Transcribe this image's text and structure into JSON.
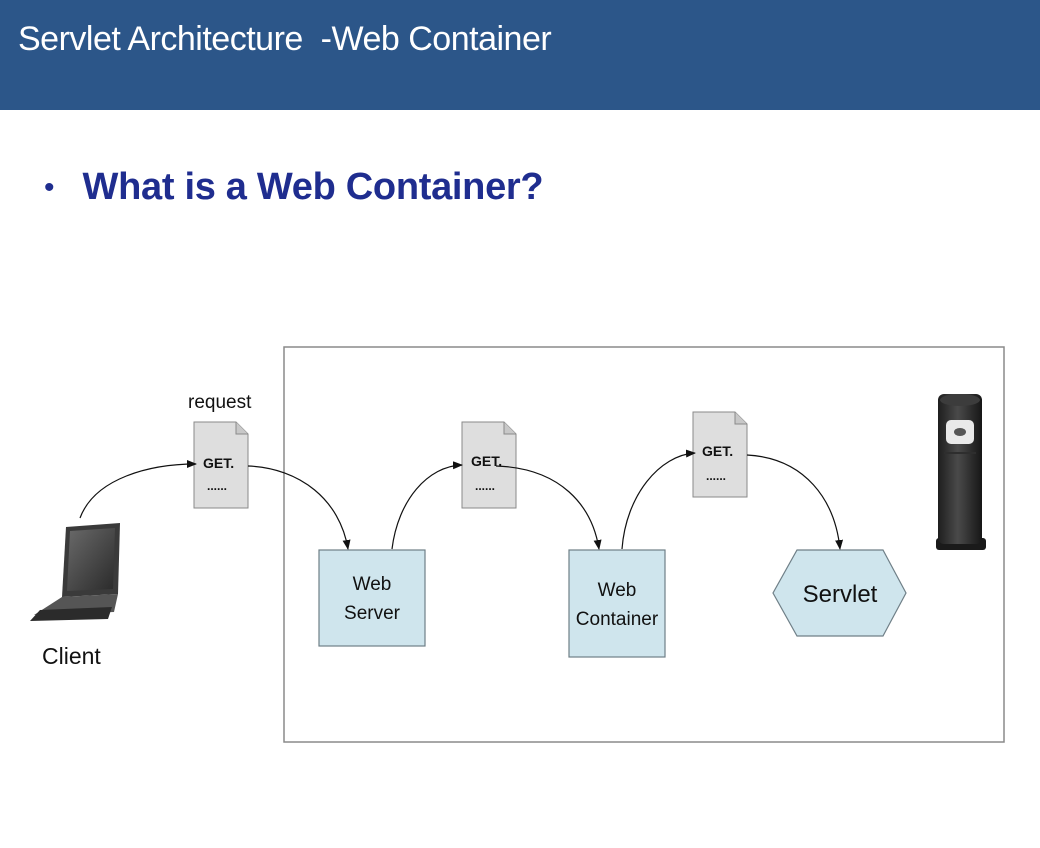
{
  "header": {
    "title": "Servlet Architecture  -Web Container"
  },
  "bullet": {
    "text": "What is a Web Container?"
  },
  "diagram": {
    "client_label": "Client",
    "request_label": "request",
    "documents": [
      {
        "line1": "GET.",
        "line2": "......"
      },
      {
        "line1": "GET.",
        "line2": "......"
      },
      {
        "line1": "GET.",
        "line2": "......"
      }
    ],
    "web_server": {
      "line1": "Web",
      "line2": "Server"
    },
    "web_container": {
      "line1": "Web",
      "line2": "Container"
    },
    "servlet": {
      "label": "Servlet"
    },
    "icons": {
      "client": "laptop-icon",
      "server": "server-tower-icon"
    },
    "colors": {
      "node_fill": "#cfe5ed",
      "header_bar": "#2c5689",
      "bullet_text": "#1f2d8f"
    }
  }
}
